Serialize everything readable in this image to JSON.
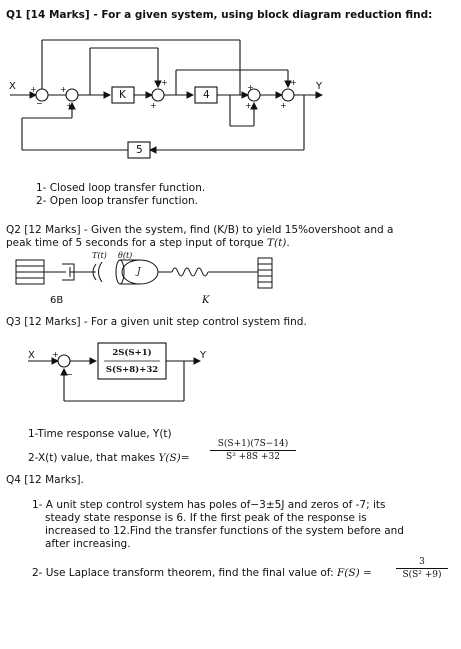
{
  "q1": {
    "header": "Q1 [14 Marks] - For a given system, using block diagram reduction find:",
    "diagram": {
      "input": "X",
      "output": "Y",
      "block_k": "K",
      "block_4": "4",
      "block_5": "5"
    },
    "items": [
      "1- Closed loop transfer function.",
      "2- Open loop transfer function."
    ]
  },
  "q2": {
    "header_line1": "Q2 [12 Marks] - Given the system, find (K/B) to yield 15%overshoot and a",
    "header_line2": "peak time of 5 seconds for a step input of torque ",
    "header_math": "T(t).",
    "figure": {
      "torque_label": "T(t)",
      "angle_label": "θ(t)",
      "inertia": "J",
      "damper": "6B",
      "spring": "K"
    }
  },
  "q3": {
    "header": "Q3 [12 Marks] - For a given unit step control system find.",
    "diagram": {
      "input": "X",
      "output": "Y",
      "block_num": "2S(S+1)",
      "block_den": "S(S+8)+32"
    },
    "item1": "1-Time response value, Y(t)",
    "item2_prefix": "2-X(t) value, that makes ",
    "item2_lhs": "Y(S)=",
    "item2_num": "S(S+1)(7S−14)",
    "item2_den": "S² +8S +32"
  },
  "q4": {
    "header": "Q4 [12 Marks].",
    "item1_lines": [
      "1- A unit step control system has poles of−3±5J and zeros of -7; its",
      "steady state response is 6. If the first peak of the response is",
      "increased to 12.Find the transfer functions of the system before and",
      "after increasing."
    ],
    "item2_text": "2-  Use Laplace transform theorem, find the final value of: ",
    "item2_lhs": "F(S) =",
    "item2_num": "3",
    "item2_den": "S(S² +9)"
  }
}
